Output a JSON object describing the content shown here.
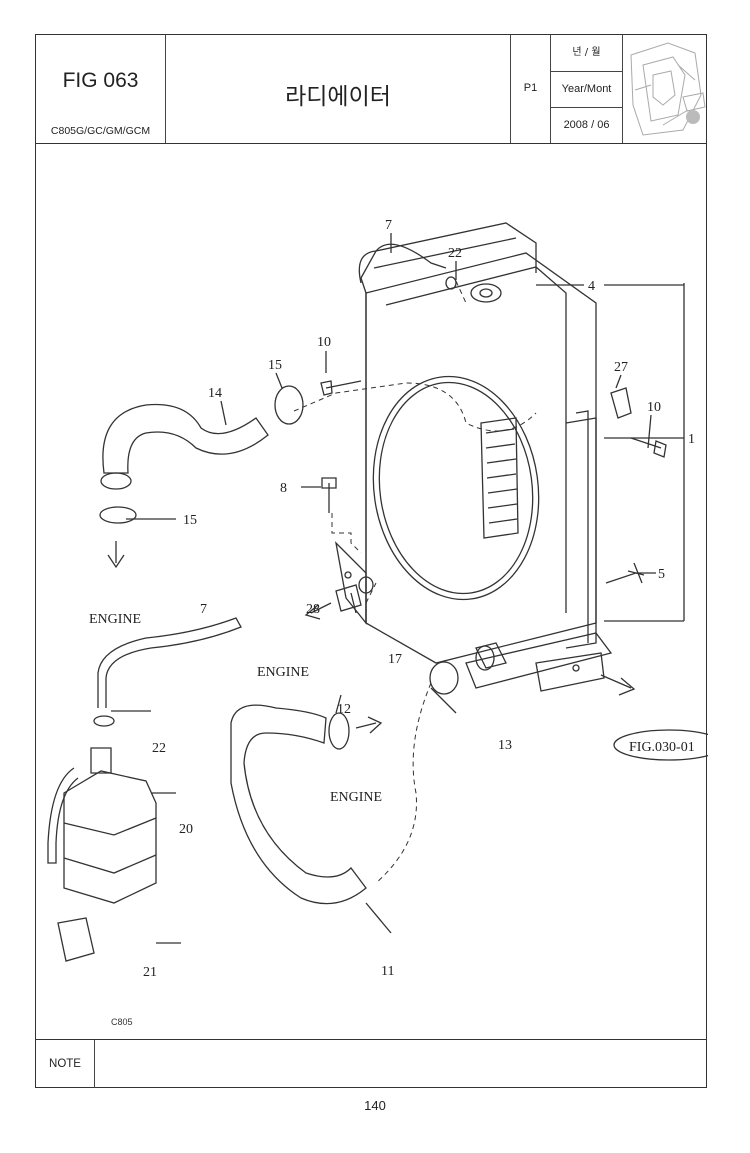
{
  "header": {
    "fig_number": "FIG 063",
    "models": "C805G/GC/GM/GCM",
    "title": "라디에이터",
    "page": "P1",
    "date_label_ko": "년 / 월",
    "date_label_en": "Year/Mont",
    "date": "2008 / 06"
  },
  "diagram": {
    "callouts": [
      "7",
      "22",
      "4",
      "10",
      "15",
      "14",
      "27",
      "10",
      "1",
      "8",
      "15",
      "5",
      "7",
      "28",
      "17",
      "12",
      "22",
      "13",
      "20",
      "11",
      "21"
    ],
    "engine_labels": [
      "ENGINE",
      "ENGINE",
      "ENGINE"
    ],
    "fig_reference": "FIG.030-01",
    "drawing_code": "C805"
  },
  "note": {
    "label": "NOTE"
  },
  "footer": {
    "page_number": "140"
  }
}
